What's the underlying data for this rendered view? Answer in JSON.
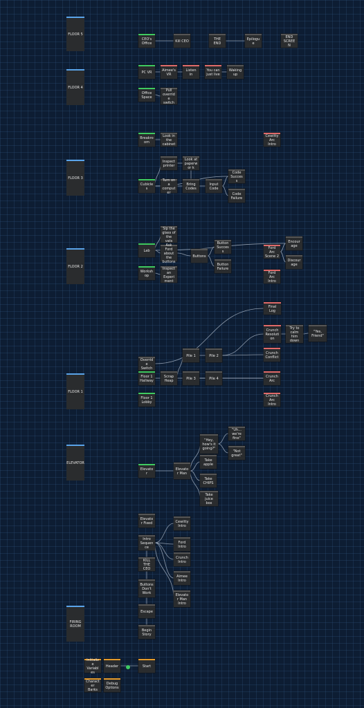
{
  "floors": [
    {
      "id": "f5",
      "label": "FLOOR 5"
    },
    {
      "id": "f4",
      "label": "FLOOR 4"
    },
    {
      "id": "f3",
      "label": "FLOOR 3"
    },
    {
      "id": "f2",
      "label": "FLOOR 2"
    },
    {
      "id": "f1",
      "label": "FLOOR 1"
    },
    {
      "id": "elev",
      "label": "ELEVATOR"
    },
    {
      "id": "firing",
      "label": "FIRING ROOM"
    }
  ],
  "nodes": [
    {
      "id": "ceo_office",
      "label": "CEO's Office",
      "accent": "green"
    },
    {
      "id": "kill_ceo",
      "label": "Kill CEO",
      "accent": "grey"
    },
    {
      "id": "the_end",
      "label": "THE END",
      "accent": "grey"
    },
    {
      "id": "epilogue",
      "label": "Epilogue",
      "accent": "grey"
    },
    {
      "id": "end_screen",
      "label": "END SCREEN",
      "accent": "grey"
    },
    {
      "id": "pc_vr",
      "label": "PC VR",
      "accent": "green"
    },
    {
      "id": "aimee_vr",
      "label": "Aimee's VR",
      "accent": "red"
    },
    {
      "id": "listen_in",
      "label": "Listen in",
      "accent": "red"
    },
    {
      "id": "just_live",
      "label": "You can just live",
      "accent": "red"
    },
    {
      "id": "waking_up",
      "label": "Waking up",
      "accent": "grey"
    },
    {
      "id": "office_space",
      "label": "Office Space",
      "accent": "green"
    },
    {
      "id": "pull_override",
      "label": "Pull override switch",
      "accent": "grey"
    },
    {
      "id": "breakroom",
      "label": "Breakroom",
      "accent": "green"
    },
    {
      "id": "look_cabinet",
      "label": "Look in the cabinet",
      "accent": "grey"
    },
    {
      "id": "cewitty_intro_f3",
      "label": "Cewitty Arc Intro",
      "accent": "red"
    },
    {
      "id": "cubicles",
      "label": "Cubicles",
      "accent": "green"
    },
    {
      "id": "inspect_printer",
      "label": "Inspect printer",
      "accent": "grey"
    },
    {
      "id": "look_paperwork",
      "label": "Look at paperwor k",
      "accent": "grey"
    },
    {
      "id": "turn_on_computer",
      "label": "Turn on a computer",
      "accent": "grey"
    },
    {
      "id": "bring_codes",
      "label": "Bring Codes",
      "accent": "grey"
    },
    {
      "id": "input_code",
      "label": "Input Code",
      "accent": "grey"
    },
    {
      "id": "code_success",
      "label": "Code Success",
      "accent": "grey"
    },
    {
      "id": "code_failure",
      "label": "Code Failure",
      "accent": "grey"
    },
    {
      "id": "lab",
      "label": "Lab",
      "accent": "green"
    },
    {
      "id": "sip_glass",
      "label": "Sip the glass of the vats",
      "accent": "grey"
    },
    {
      "id": "ask_ford",
      "label": "Ask Ford about the buttons",
      "accent": "grey"
    },
    {
      "id": "buttons",
      "label": "Buttons",
      "accent": "grey"
    },
    {
      "id": "button_success",
      "label": "Button Success",
      "accent": "grey"
    },
    {
      "id": "button_failure",
      "label": "Button Failure",
      "accent": "grey"
    },
    {
      "id": "ford_scene2",
      "label": "Ford Arc Scene 2",
      "accent": "red"
    },
    {
      "id": "encourage",
      "label": "Encourage",
      "accent": "grey"
    },
    {
      "id": "discourage",
      "label": "Discourage",
      "accent": "grey"
    },
    {
      "id": "workshop",
      "label": "Workshop",
      "accent": "green"
    },
    {
      "id": "inspect_experiment",
      "label": "Inspect an Experiment",
      "accent": "grey"
    },
    {
      "id": "ford_intro_f2",
      "label": "Ford Arc Intro",
      "accent": "red"
    },
    {
      "id": "final_log",
      "label": "Final Log",
      "accent": "red"
    },
    {
      "id": "crunch_resolution",
      "label": "Crunch Resolution",
      "accent": "red"
    },
    {
      "id": "calm_down",
      "label": "Try to calm him down",
      "accent": "grey"
    },
    {
      "id": "yes_friend",
      "label": "\"Yes, Friend\"",
      "accent": "grey"
    },
    {
      "id": "override_switch",
      "label": "Override Switch",
      "accent": "grey"
    },
    {
      "id": "pile1",
      "label": "Pile 1",
      "accent": "grey"
    },
    {
      "id": "pile2",
      "label": "Pile 2",
      "accent": "grey"
    },
    {
      "id": "crunch_conflict",
      "label": "Crunch Conflict",
      "accent": "red"
    },
    {
      "id": "floor1_hallway",
      "label": "Floor 1 Hallway",
      "accent": "green"
    },
    {
      "id": "scrap_heap",
      "label": "Scrap Heap",
      "accent": "grey"
    },
    {
      "id": "pile3",
      "label": "Pile 3",
      "accent": "grey"
    },
    {
      "id": "pile4",
      "label": "Pile 4",
      "accent": "grey"
    },
    {
      "id": "crunch_arc",
      "label": "Crunch Arc",
      "accent": "red"
    },
    {
      "id": "floor1_lobby",
      "label": "Floor 1 Lobby",
      "accent": "green"
    },
    {
      "id": "crunch_intro_f1",
      "label": "Crunch Arc Intro",
      "accent": "red"
    },
    {
      "id": "hey_going",
      "label": "\"Hey, how's it going?\"",
      "accent": "grey"
    },
    {
      "id": "uh_fine",
      "label": "\"Uh... we're fine\"",
      "accent": "grey"
    },
    {
      "id": "not_great",
      "label": "\"Not great\"",
      "accent": "grey"
    },
    {
      "id": "elevator",
      "label": "Elevator",
      "accent": "green"
    },
    {
      "id": "elevator_man",
      "label": "Elevator Man",
      "accent": "grey"
    },
    {
      "id": "take_apple",
      "label": "Take apple",
      "accent": "grey"
    },
    {
      "id": "take_chips",
      "label": "Take CHIPS",
      "accent": "grey"
    },
    {
      "id": "take_juice",
      "label": "Take juice box",
      "accent": "grey"
    },
    {
      "id": "elevator_fixed",
      "label": "Elevator Fixed",
      "accent": "grey"
    },
    {
      "id": "cewitty_intro",
      "label": "Cewitty Intro",
      "accent": "grey"
    },
    {
      "id": "intro_sequence",
      "label": "Intro Sequence",
      "accent": "grey"
    },
    {
      "id": "ford_intro",
      "label": "Ford Intro",
      "accent": "grey"
    },
    {
      "id": "kill_the_ceo",
      "label": "KILL THE CEO",
      "accent": "grey"
    },
    {
      "id": "crunch_intro",
      "label": "Crunch Intro",
      "accent": "grey"
    },
    {
      "id": "aimee_intro",
      "label": "Aimee Intro",
      "accent": "grey"
    },
    {
      "id": "buttons_dont_work",
      "label": "Buttons Don't Work",
      "accent": "grey"
    },
    {
      "id": "elevator_man_intro",
      "label": "Elevator Man Intro",
      "accent": "grey"
    },
    {
      "id": "escape",
      "label": "Escape",
      "accent": "grey"
    },
    {
      "id": "begin_story",
      "label": "Begin Story",
      "accent": "grey"
    },
    {
      "id": "init_vars",
      "label": "Initialize Variables",
      "accent": "orange"
    },
    {
      "id": "header",
      "label": "Header",
      "accent": "orange"
    },
    {
      "id": "start",
      "label": "Start",
      "accent": "orange"
    },
    {
      "id": "char_barks",
      "label": "Character Barks",
      "accent": "orange"
    },
    {
      "id": "debug_options",
      "label": "Debug Options",
      "accent": "orange"
    }
  ],
  "edges": [
    [
      "ceo_office",
      "kill_ceo"
    ],
    [
      "the_end",
      "epilogue"
    ],
    [
      "pc_vr",
      "aimee_vr"
    ],
    [
      "aimee_vr",
      "listen_in"
    ],
    [
      "just_live",
      "waking_up"
    ],
    [
      "office_space",
      "pull_override"
    ],
    [
      "breakroom",
      "look_cabinet"
    ],
    [
      "cubicles",
      "inspect_printer"
    ],
    [
      "cubicles",
      "turn_on_computer"
    ],
    [
      "cubicles",
      "code_success"
    ],
    [
      "inspect_printer",
      "look_paperwork"
    ],
    [
      "look_paperwork",
      "bring_codes"
    ],
    [
      "turn_on_computer",
      "bring_codes"
    ],
    [
      "bring_codes",
      "input_code"
    ],
    [
      "input_code",
      "code_success"
    ],
    [
      "input_code",
      "code_failure"
    ],
    [
      "lab",
      "sip_glass"
    ],
    [
      "lab",
      "ask_ford"
    ],
    [
      "lab",
      "encourage"
    ],
    [
      "ask_ford",
      "buttons"
    ],
    [
      "buttons",
      "button_success"
    ],
    [
      "buttons",
      "button_failure"
    ],
    [
      "ford_scene2",
      "encourage"
    ],
    [
      "ford_scene2",
      "discourage"
    ],
    [
      "workshop",
      "inspect_experiment"
    ],
    [
      "crunch_resolution",
      "calm_down"
    ],
    [
      "calm_down",
      "yes_friend"
    ],
    [
      "final_log",
      "override_switch"
    ],
    [
      "crunch_resolution",
      "pile2"
    ],
    [
      "floor1_hallway",
      "scrap_heap"
    ],
    [
      "scrap_heap",
      "pile1"
    ],
    [
      "scrap_heap",
      "pile3"
    ],
    [
      "pile1",
      "pile2"
    ],
    [
      "pile3",
      "pile4"
    ],
    [
      "pile2",
      "crunch_conflict"
    ],
    [
      "pile4",
      "crunch_arc"
    ],
    [
      "pile3",
      "crunch_arc"
    ],
    [
      "elevator",
      "elevator_man"
    ],
    [
      "elevator_man",
      "hey_going"
    ],
    [
      "elevator_man",
      "take_apple"
    ],
    [
      "elevator_man",
      "take_chips"
    ],
    [
      "elevator_man",
      "take_juice"
    ],
    [
      "hey_going",
      "uh_fine"
    ],
    [
      "hey_going",
      "not_great"
    ],
    [
      "intro_sequence",
      "cewitty_intro"
    ],
    [
      "intro_sequence",
      "ford_intro"
    ],
    [
      "intro_sequence",
      "crunch_intro"
    ],
    [
      "intro_sequence",
      "aimee_intro"
    ],
    [
      "intro_sequence",
      "elevator_man_intro"
    ],
    [
      "kill_the_ceo",
      "intro_sequence"
    ],
    [
      "buttons_dont_work",
      "kill_the_ceo"
    ],
    [
      "escape",
      "buttons_dont_work"
    ],
    [
      "begin_story",
      "escape"
    ],
    [
      "header",
      "start"
    ]
  ]
}
